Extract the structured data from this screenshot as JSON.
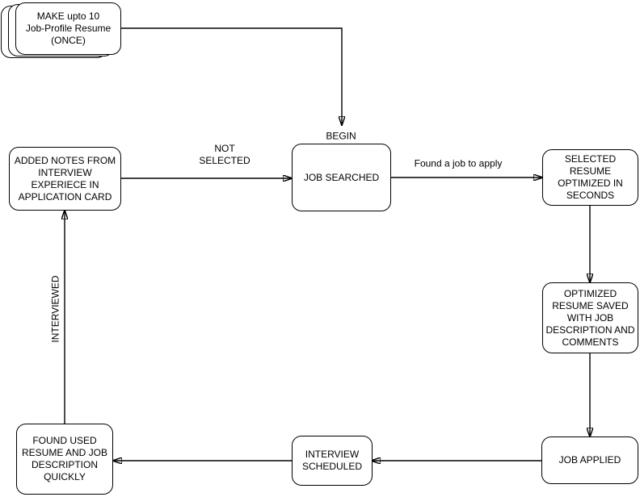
{
  "diagram": {
    "type": "flowchart",
    "background_color": "#ffffff",
    "stroke_color": "#000000",
    "text_color": "#000000",
    "nodes": {
      "make_resumes": {
        "label": "MAKE upto 10\nJob-Profile Resume\n(ONCE)",
        "shape": "stacked-rounded-rect"
      },
      "job_searched": {
        "label": "JOB SEARCHED",
        "top_label": "BEGIN",
        "shape": "rounded-rect"
      },
      "added_notes": {
        "label": "ADDED NOTES FROM\nINTERVIEW\nEXPERIECE IN\nAPPLICATION CARD",
        "shape": "rounded-rect"
      },
      "selected_resume": {
        "label": "SELECTED\nRESUME\nOPTIMIZED IN\nSECONDS",
        "shape": "rounded-rect"
      },
      "optimized_saved": {
        "label": "OPTIMIZED\nRESUME SAVED\nWITH JOB\nDESCRIPTION AND\nCOMMENTS",
        "shape": "rounded-rect"
      },
      "job_applied": {
        "label": "JOB APPLIED",
        "shape": "rounded-rect"
      },
      "interview_scheduled": {
        "label": "INTERVIEW\nSCHEDULED",
        "shape": "rounded-rect"
      },
      "found_used": {
        "label": "FOUND USED\nRESUME AND JOB\nDESCRIPTION\nQUICKLY",
        "shape": "rounded-rect"
      }
    },
    "edges": [
      {
        "from": "make_resumes",
        "to": "job_searched",
        "label": ""
      },
      {
        "from": "added_notes",
        "to": "job_searched",
        "label": "NOT\nSELECTED"
      },
      {
        "from": "job_searched",
        "to": "selected_resume",
        "label": "Found a job to apply"
      },
      {
        "from": "selected_resume",
        "to": "optimized_saved",
        "label": ""
      },
      {
        "from": "optimized_saved",
        "to": "job_applied",
        "label": ""
      },
      {
        "from": "job_applied",
        "to": "interview_scheduled",
        "label": ""
      },
      {
        "from": "interview_scheduled",
        "to": "found_used",
        "label": ""
      },
      {
        "from": "found_used",
        "to": "added_notes",
        "label": "INTERVIEWED"
      }
    ]
  }
}
